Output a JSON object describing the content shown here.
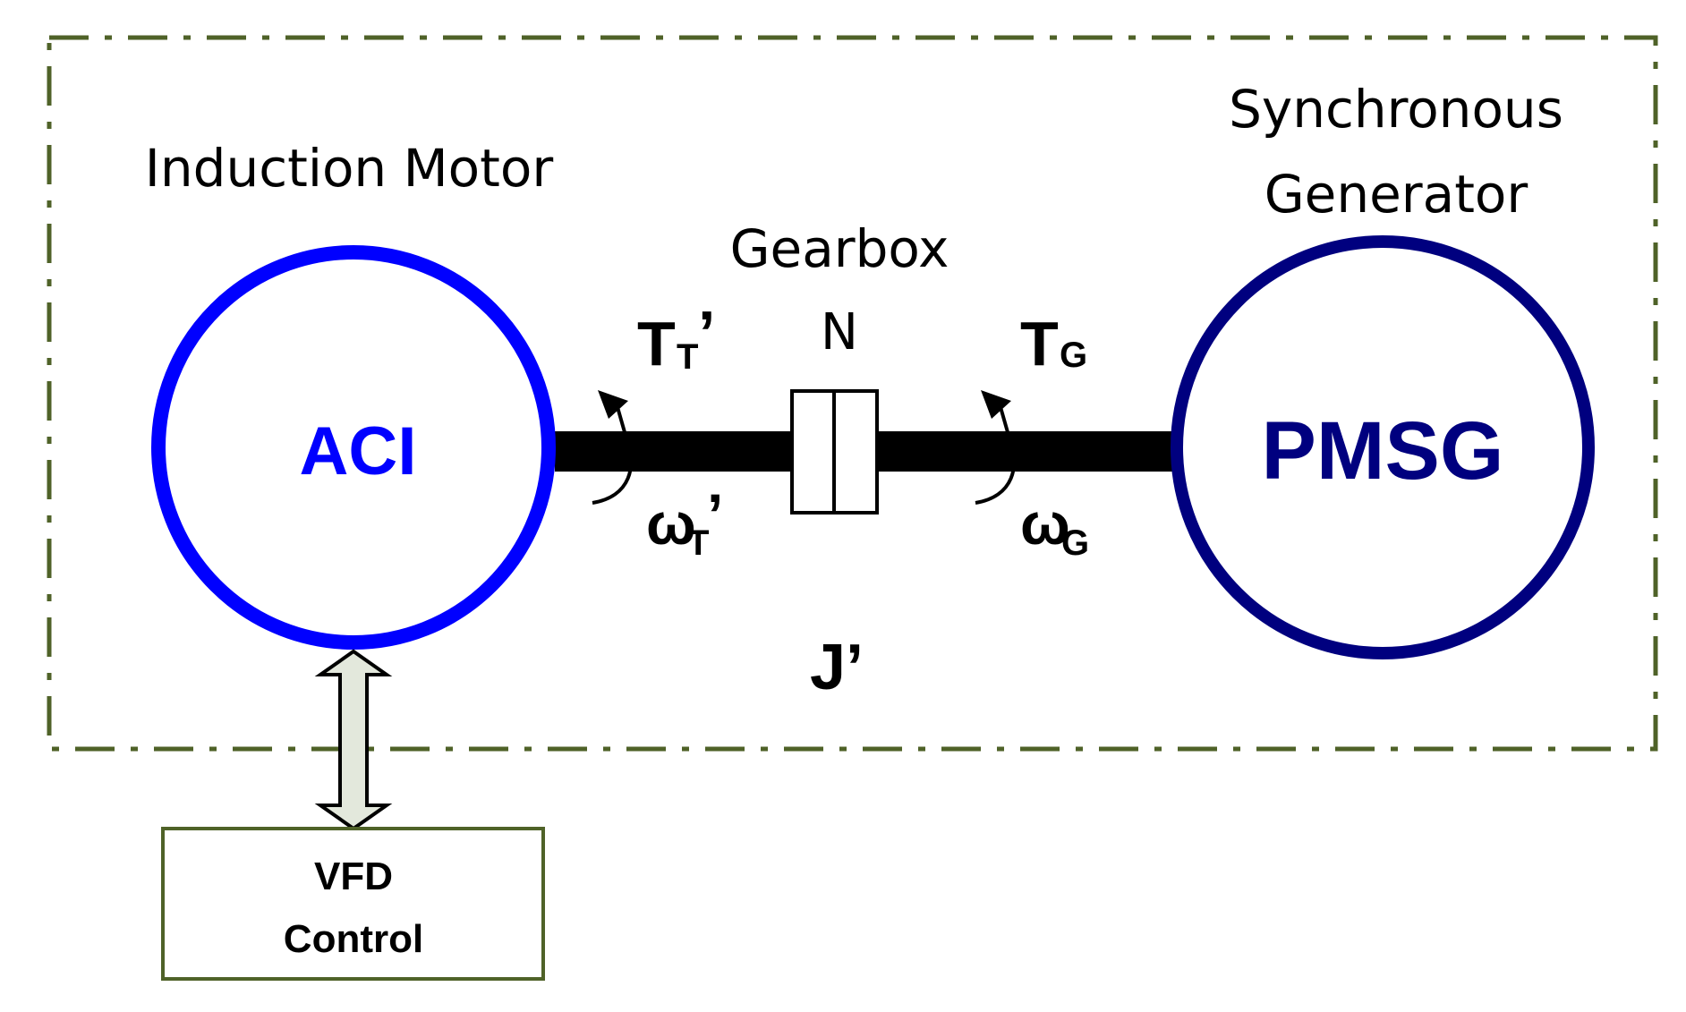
{
  "labels": {
    "induction_motor": "Induction Motor",
    "synchronous_line1": "Synchronous",
    "synchronous_line2": "Generator",
    "gearbox": "Gearbox",
    "gear_ratio": "N",
    "motor_core": "ACI",
    "generator_core": "PMSG",
    "torque_turbine_main": "T",
    "torque_turbine_sub": "T",
    "torque_turbine_prime": "’",
    "torque_gen_main": "T",
    "torque_gen_sub": "G",
    "omega_turbine_main": "ω",
    "omega_turbine_sub": "T",
    "omega_turbine_prime": "’",
    "omega_gen_main": "ω",
    "omega_gen_sub": "G",
    "inertia": "J’",
    "vfd_line1": "VFD",
    "vfd_line2": "Control"
  },
  "colors": {
    "boundary": "#4f6228",
    "motor": "#0000ff",
    "generator": "#00007f",
    "shaft": "#000000",
    "arrow_fill": "#e3e8dc",
    "vfd_border": "#4f6228"
  }
}
